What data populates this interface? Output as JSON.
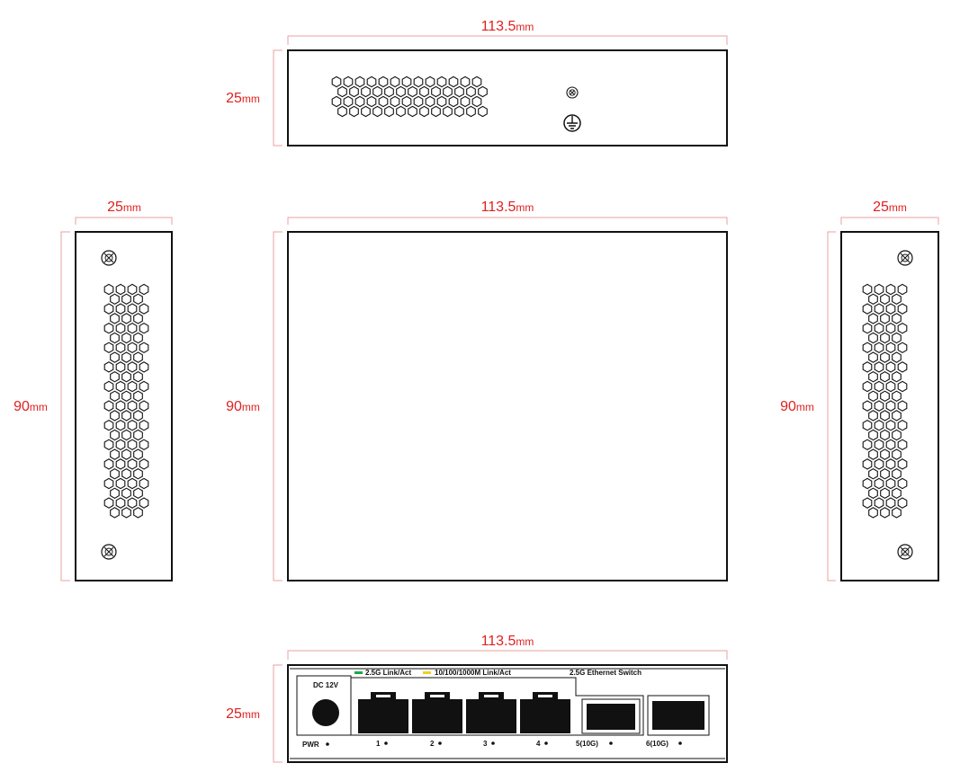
{
  "dimensions": {
    "width": {
      "value": "113.5",
      "unit": "mm"
    },
    "height": {
      "value": "25",
      "unit": "mm"
    },
    "depth": {
      "value": "90",
      "unit": "mm"
    }
  },
  "front_panel": {
    "dc_label": "DC 12V",
    "pwr_label": "PWR",
    "legend_25g": "2.5G Link/Act",
    "legend_25g_color": "#1aa84a",
    "legend_1g": "10/100/1000M Link/Act",
    "legend_1g_color": "#f0d020",
    "product_label": "2.5G Ethernet Switch",
    "ports": [
      "1",
      "2",
      "3",
      "4",
      "5(10G)",
      "6(10G)"
    ]
  },
  "colors": {
    "dimension": "#e02020",
    "outline": "#111111"
  }
}
